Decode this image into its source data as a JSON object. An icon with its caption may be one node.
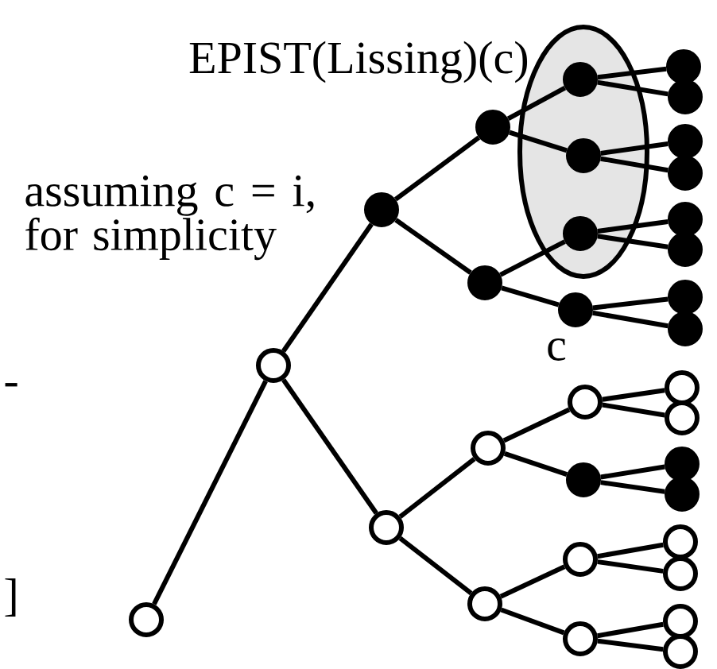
{
  "diagram": {
    "nodes": [
      {
        "text": [
          "EPIST(Lissing)(c)"
        ]
      },
      {
        "text": [],
        "shape": "circle"
      },
      {
        "text": [],
        "shape": "circle"
      },
      {
        "text": [],
        "shape": "dot"
      },
      {
        "text": [],
        "shape": "circle"
      },
      {
        "text": [],
        "shape": "dot"
      },
      {
        "text": [],
        "shape": "dot"
      },
      {
        "text": [],
        "shape": "circle"
      },
      {
        "text": [],
        "shape": "circle"
      },
      {
        "text": [],
        "shape": "dot",
        "in": 0
      },
      {
        "text": [],
        "shape": "dot",
        "in": 0
      },
      {
        "text": [],
        "shape": "dot",
        "in": 0
      },
      {
        "text": [],
        "shape": "dot",
        "beside": [
          "c"
        ]
      },
      {
        "text": [],
        "shape": "circle"
      },
      {
        "text": [],
        "shape": "dot"
      },
      {
        "text": [],
        "shape": "circle"
      },
      {
        "text": [],
        "shape": "circle"
      },
      {
        "text": [],
        "shape": "dot"
      },
      {
        "text": [],
        "shape": "dot"
      },
      {
        "text": [],
        "shape": "dot"
      },
      {
        "text": [],
        "shape": "dot"
      },
      {
        "text": [],
        "shape": "dot"
      },
      {
        "text": [],
        "shape": "dot"
      },
      {
        "text": [],
        "shape": "dot"
      },
      {
        "text": [],
        "shape": "dot"
      },
      {
        "text": [],
        "shape": "circle"
      },
      {
        "text": [],
        "shape": "circle"
      },
      {
        "text": [],
        "shape": "dot"
      },
      {
        "text": [],
        "shape": "dot"
      },
      {
        "text": [],
        "shape": "circle"
      },
      {
        "text": [],
        "shape": "circle"
      },
      {
        "text": [],
        "shape": "circle"
      },
      {
        "text": [],
        "shape": "circle"
      }
    ],
    "edges": [
      {
        "from": 1,
        "to": 2,
        "arrow": "none"
      },
      {
        "from": 2,
        "to": 3,
        "arrow": "none"
      },
      {
        "from": 2,
        "to": 4,
        "arrow": "none"
      },
      {
        "from": 3,
        "to": 5,
        "arrow": "none"
      },
      {
        "from": 3,
        "to": 6,
        "arrow": "none"
      },
      {
        "from": 4,
        "to": 7,
        "arrow": "none"
      },
      {
        "from": 4,
        "to": 8,
        "arrow": "none"
      },
      {
        "from": 5,
        "to": 9,
        "arrow": "none"
      },
      {
        "from": 5,
        "to": 10,
        "arrow": "none"
      },
      {
        "from": 6,
        "to": 11,
        "arrow": "none"
      },
      {
        "from": 6,
        "to": 12,
        "arrow": "none"
      },
      {
        "from": 7,
        "to": 13,
        "arrow": "none"
      },
      {
        "from": 7,
        "to": 14,
        "arrow": "none"
      },
      {
        "from": 8,
        "to": 15,
        "arrow": "none"
      },
      {
        "from": 8,
        "to": 16,
        "arrow": "none"
      },
      {
        "from": 9,
        "to": 17,
        "arrow": "none"
      },
      {
        "from": 9,
        "to": 18,
        "arrow": "none"
      },
      {
        "from": 10,
        "to": 19,
        "arrow": "none"
      },
      {
        "from": 10,
        "to": 20,
        "arrow": "none"
      },
      {
        "from": 11,
        "to": 21,
        "arrow": "none"
      },
      {
        "from": 11,
        "to": 22,
        "arrow": "none"
      },
      {
        "from": 12,
        "to": 23,
        "arrow": "none"
      },
      {
        "from": 12,
        "to": 24,
        "arrow": "none"
      },
      {
        "from": 13,
        "to": 25,
        "arrow": "none"
      },
      {
        "from": 13,
        "to": 26,
        "arrow": "none"
      },
      {
        "from": 14,
        "to": 27,
        "arrow": "none"
      },
      {
        "from": 14,
        "to": 28,
        "arrow": "none"
      },
      {
        "from": 15,
        "to": 29,
        "arrow": "none"
      },
      {
        "from": 15,
        "to": 30,
        "arrow": "none"
      },
      {
        "from": 16,
        "to": 31,
        "arrow": "none"
      },
      {
        "from": 16,
        "to": 32,
        "arrow": "none"
      }
    ],
    "labels": [
      "assuming c = i, for simplicity",
      "-",
      "]"
    ]
  }
}
